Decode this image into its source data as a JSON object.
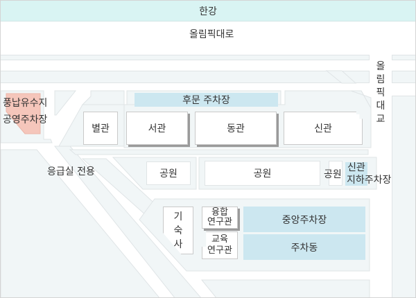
{
  "map": {
    "river": "한강",
    "road_top": "올림픽대로",
    "bridge": "올림픽대교",
    "bridge_chars": [
      "올",
      "림",
      "픽",
      "대",
      "교"
    ],
    "public_parking": {
      "line1": "풍납유수지",
      "line2": "공영주차장"
    },
    "emergency": "응급실 전용",
    "back_gate_parking": "후문 주차장",
    "buildings": {
      "annex": "별관",
      "west": "서관",
      "east": "동관",
      "new": "신관",
      "dorm_chars": [
        "기",
        "숙",
        "사"
      ],
      "convergence": {
        "line1": "융합",
        "line2": "연구관"
      },
      "education": {
        "line1": "교육",
        "line2": "연구관"
      }
    },
    "parks": [
      "공원",
      "공원",
      "공원"
    ],
    "new_underground_parking": {
      "line1": "신관",
      "line2": "지하주차장"
    },
    "central_parking": "중앙주차장",
    "parking_building": "주차동"
  },
  "colors": {
    "river": "#d9f4f3",
    "block": "#f1f6f7",
    "parking": "#cce7f0",
    "public_parking": "#f5c6bb",
    "shadow": "#9a9a9a"
  }
}
